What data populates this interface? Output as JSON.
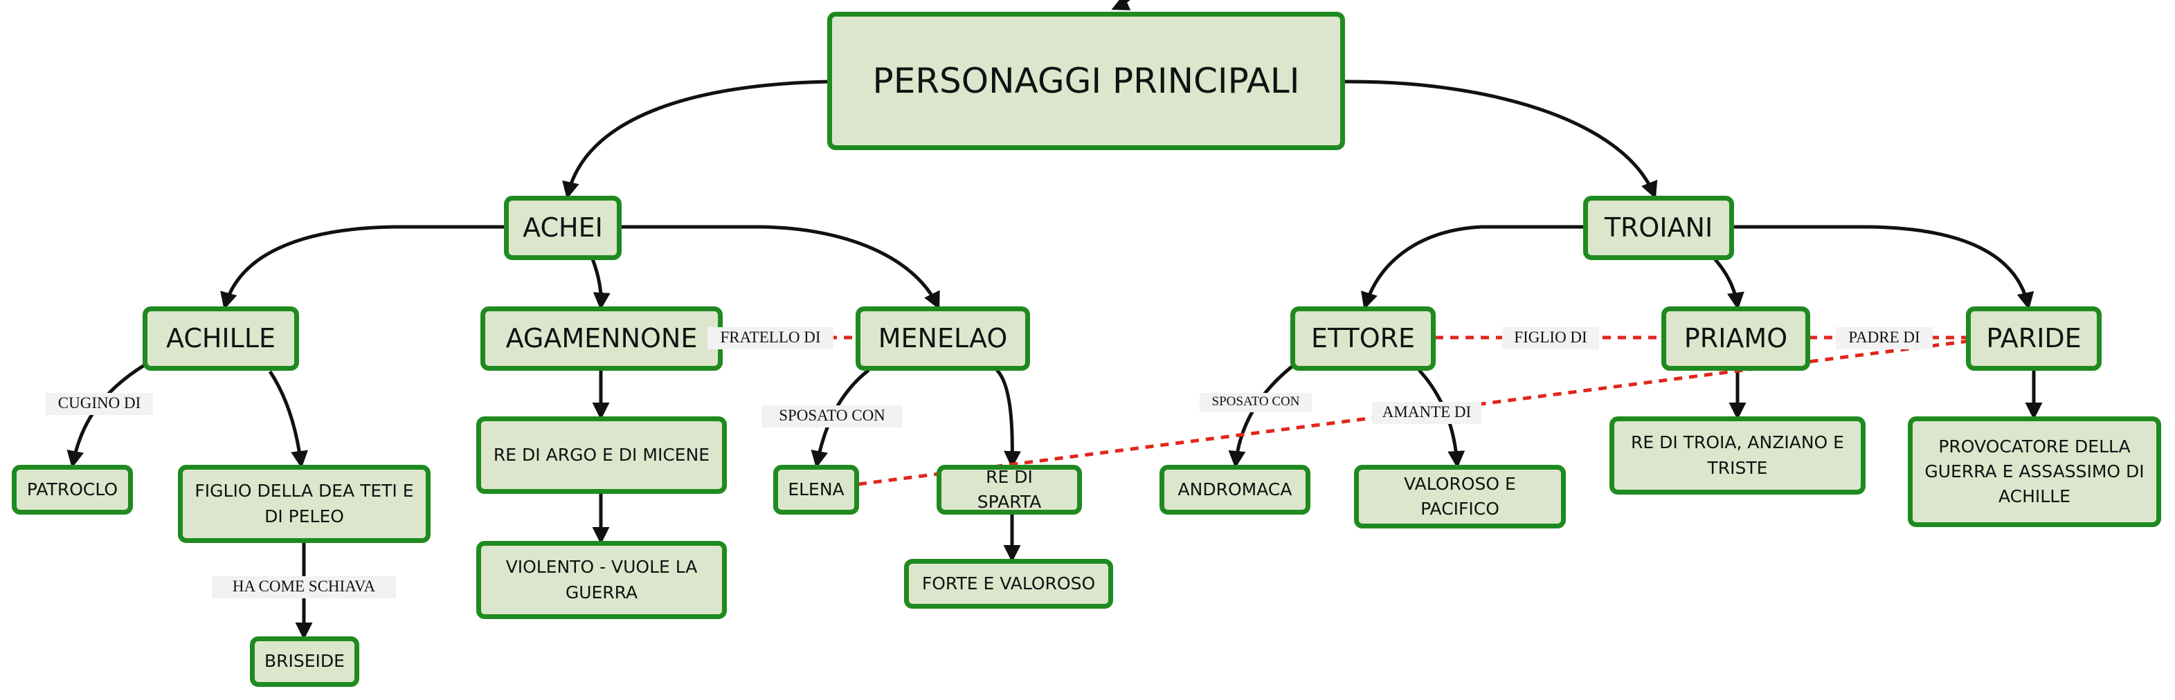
{
  "diagram": {
    "root": "PERSONAGGI PRINCIPALI",
    "groups": {
      "achei": "ACHEI",
      "troiani": "TROIANI"
    },
    "characters": {
      "achille": "ACHILLE",
      "agamennone": "AGAMENNONE",
      "menelao": "MENELAO",
      "ettore": "ETTORE",
      "priamo": "PRIAMO",
      "paride": "PARIDE"
    },
    "details": {
      "patroclo": "PATROCLO",
      "figlio_dea": "FIGLIO DELLA DEA TETI E DI PELEO",
      "briseide": "BRISEIDE",
      "re_argo": "RE DI ARGO E DI MICENE",
      "violento": "VIOLENTO - VUOLE LA GUERRA",
      "elena": "ELENA",
      "re_sparta": "RE DI SPARTA",
      "forte": "FORTE E VALOROSO",
      "andromaca": "ANDROMACA",
      "valoroso_pacifico": "VALOROSO E PACIFICO",
      "re_troia": "RE DI TROIA, ANZIANO E TRISTE",
      "provocatore": "PROVOCATORE DELLA GUERRA E ASSASSIMO DI ACHILLE"
    },
    "link_labels": {
      "cugino_di": "CUGINO DI",
      "ha_come_schiava": "HA COME SCHIAVA",
      "fratello_di": "FRATELLO DI",
      "sposato_con_menelao": "SPOSATO CON",
      "sposato_con_ettore": "SPOSATO CON",
      "figlio_di": "FIGLIO DI",
      "padre_di": "PADRE DI",
      "amante_di": "AMANTE DI"
    },
    "colors": {
      "node_fill": "#dce6cc",
      "node_border": "#1f8a1f",
      "hierarchy_line": "#111111",
      "relation_line": "#e0261c",
      "label_bg": "#f1f2f1"
    }
  }
}
